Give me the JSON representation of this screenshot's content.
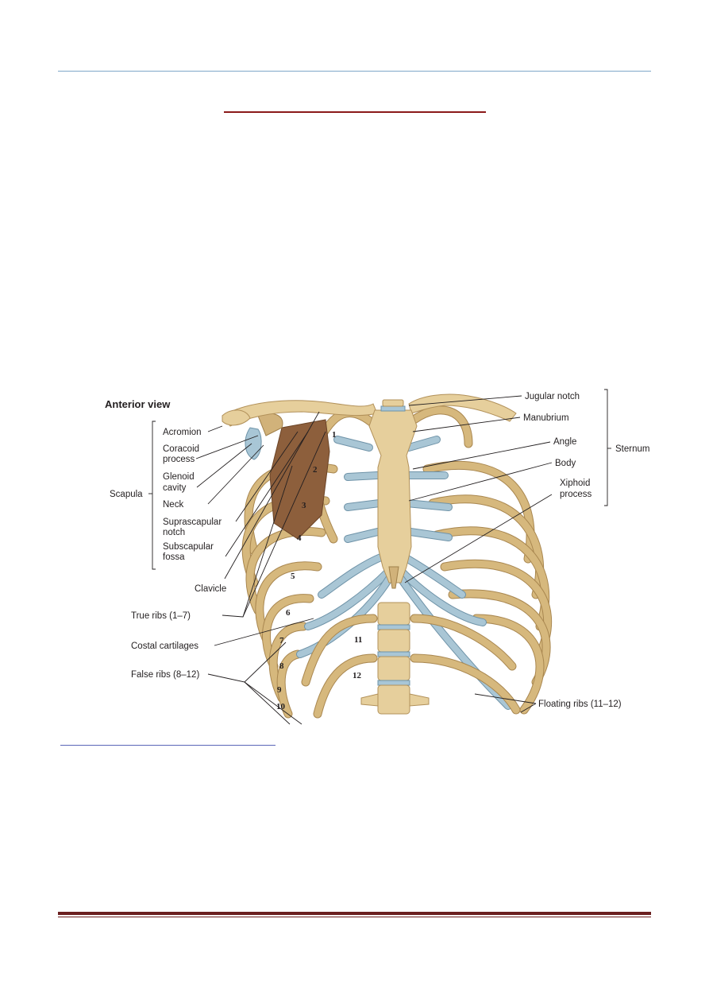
{
  "figure": {
    "view_title": "Anterior view",
    "labels_left": {
      "acromion": "Acromion",
      "coracoid_1": "Coracoid",
      "coracoid_2": "process",
      "glenoid_1": "Glenoid",
      "glenoid_2": "cavity",
      "neck": "Neck",
      "suprascapular_1": "Suprascapular",
      "suprascapular_2": "notch",
      "subscapular_1": "Subscapular",
      "subscapular_2": "fossa",
      "scapula": "Scapula",
      "clavicle": "Clavicle",
      "true_ribs": "True ribs (1–7)",
      "costal_cartilages": "Costal cartilages",
      "false_ribs": "False ribs (8–12)"
    },
    "labels_right": {
      "jugular_notch": "Jugular notch",
      "manubrium": "Manubrium",
      "angle": "Angle",
      "body": "Body",
      "xiphoid_1": "Xiphoid",
      "xiphoid_2": "process",
      "sternum": "Sternum",
      "floating_ribs": "Floating ribs (11–12)"
    },
    "rib_numbers": [
      "1",
      "2",
      "3",
      "4",
      "5",
      "6",
      "7",
      "8",
      "9",
      "10",
      "11",
      "12"
    ]
  }
}
